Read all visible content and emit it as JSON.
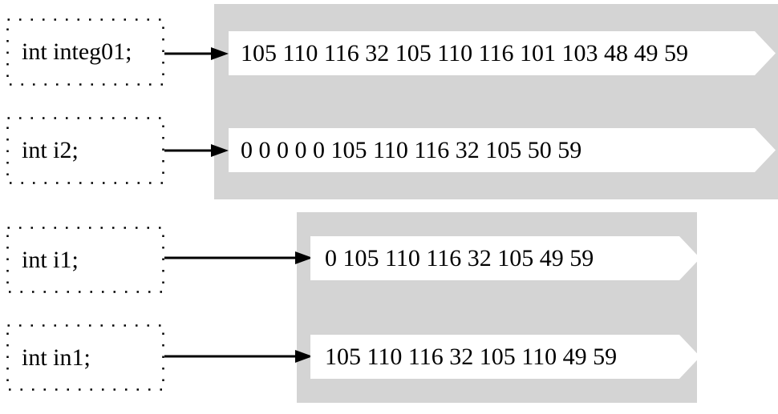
{
  "rows": [
    {
      "declaration": "int integ01;",
      "bytes": "105 110 116 32 105 110 116 101 103 48 49 59"
    },
    {
      "declaration": "int i2;",
      "bytes": "0 0 0 0 0 105 110 116 32 105 50 59"
    },
    {
      "declaration": "int i1;",
      "bytes": "0 105 110 116 32 105 49 59"
    },
    {
      "declaration": "int in1;",
      "bytes": "105 110 116 32 105 110 49 59"
    }
  ],
  "colors": {
    "panel_gray": "#d4d4d4",
    "box_white": "#ffffff",
    "line_black": "#000000"
  }
}
